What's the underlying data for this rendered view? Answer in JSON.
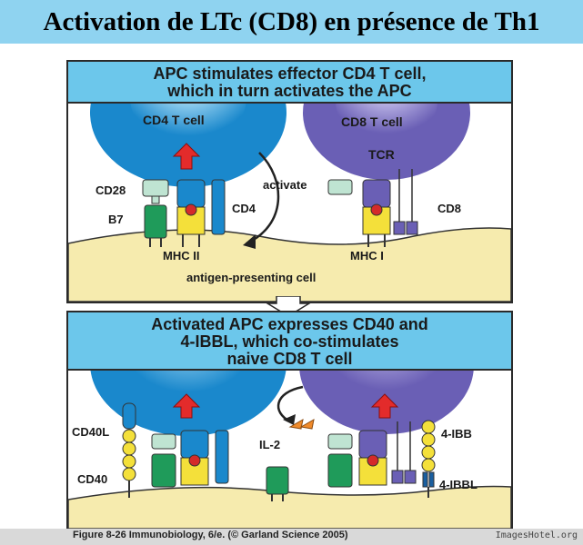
{
  "title": "Activation de LTc (CD8) en présence de Th1",
  "top_panel": {
    "banner_line1": "APC stimulates effector CD4 T cell,",
    "banner_line2": "which in turn activates the APC",
    "labels": {
      "cd4_cell": "CD4 T cell",
      "cd8_cell": "CD8 T cell",
      "tcr": "TCR",
      "activate": "activate",
      "cd28": "CD28",
      "b7": "B7",
      "cd4": "CD4",
      "cd8": "CD8",
      "mhc2": "MHC II",
      "mhc1": "MHC I",
      "apc": "antigen-presenting cell"
    }
  },
  "bottom_panel": {
    "banner_line1": "Activated APC expresses CD40 and",
    "banner_line2": "4-IBBL, which co-stimulates",
    "banner_line3": "naive CD8 T cell",
    "labels": {
      "cd40l": "CD40L",
      "cd40": "CD40",
      "il2": "IL-2",
      "ibb": "4-IBB",
      "ibbl": "4-IBBL"
    }
  },
  "caption": "Figure 8-26  Immunobiology, 6/e. (© Garland Science 2005)",
  "watermark": "ImagesHotel.org",
  "colors": {
    "title_bg": "#8fd3f0",
    "banner": "#6cc7eb",
    "cd4_cell": "#1a88cc",
    "cd8_cell": "#6a5fb5",
    "apc": "#f6ebae",
    "arrow": "#e32b2b"
  }
}
